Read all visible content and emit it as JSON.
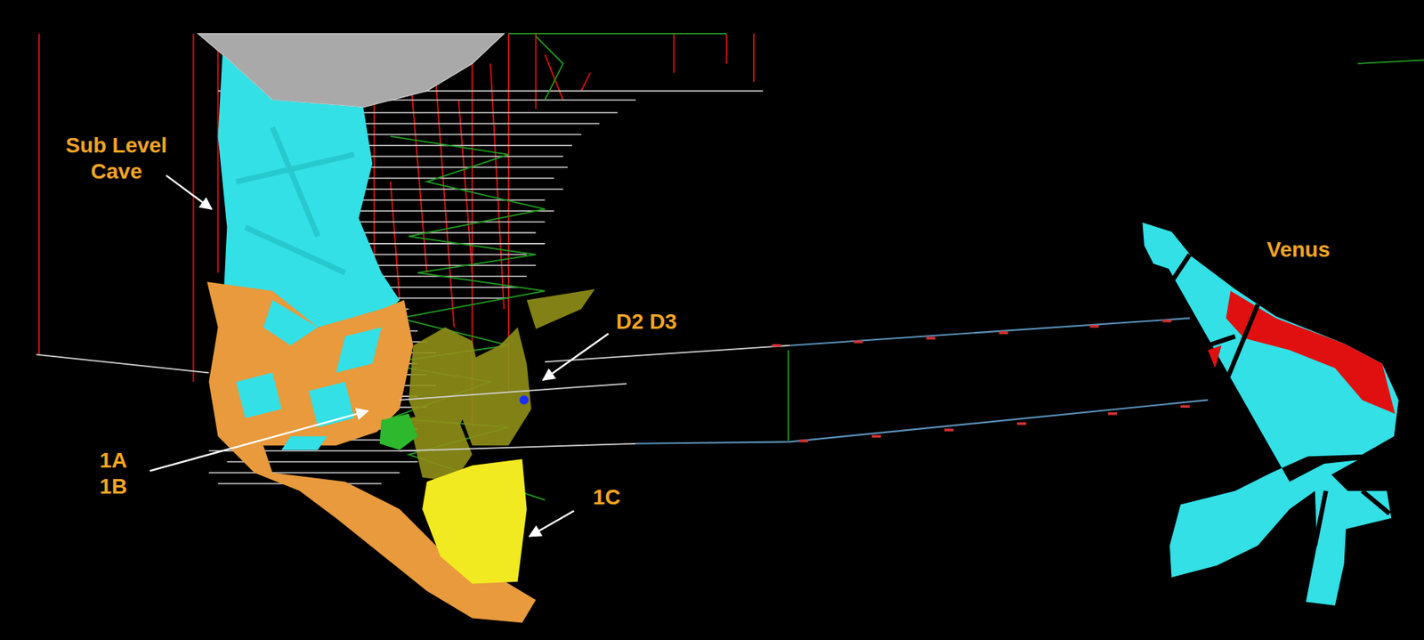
{
  "diagram": {
    "labels": [
      "Sub Level Cave",
      "Venus",
      "D2 D3",
      "1A 1B",
      "1C"
    ]
  }
}
